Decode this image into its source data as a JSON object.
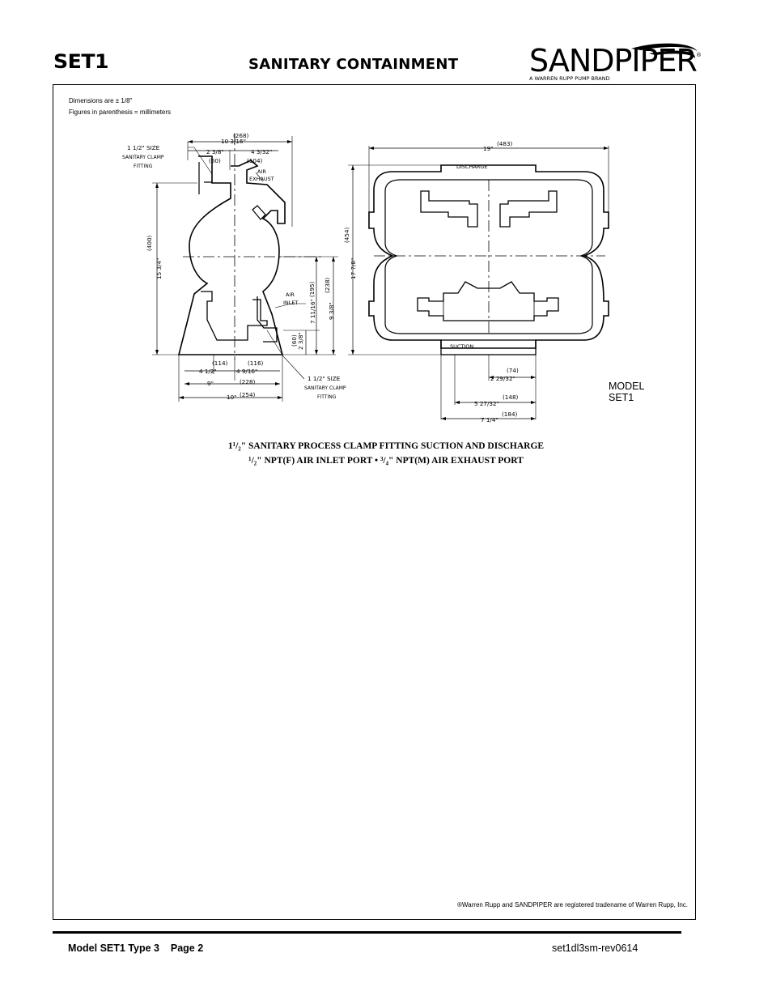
{
  "header": {
    "model": "SET1",
    "title": "SANITARY CONTAINMENT",
    "logo_name": "SANDPIPER",
    "logo_tagline": "A WARREN RUPP PUMP BRAND"
  },
  "notes": {
    "tolerance": "Dimensions are ± 1/8\"",
    "figures": "Figures in parenthesis = millimeters"
  },
  "drawing": {
    "side": {
      "d1": "10 3/16\"",
      "d1mm": "(268)",
      "d2": "2 3/8\"",
      "d2mm": "(60)",
      "d3": "4 3/32\"",
      "d3mm": "(104)",
      "air_exhaust_1": "AIR",
      "air_exhaust_2": "EXHAUST",
      "fit_top_1": "1 1/2\" SIZE",
      "fit_top_2": "SANITARY CLAMP",
      "fit_top_3": "FITTING",
      "h_total": "15 3/4\"",
      "h_total_mm": "(400)",
      "air_inlet_1": "AIR",
      "air_inlet_2": "INLET",
      "h2": "7 11/16\"",
      "h2mm": "(195)",
      "h3": "9 3/8\"",
      "h3mm": "(238)",
      "h4": "2 3/8\"",
      "h4mm": "(60)",
      "b1": "4 1/2\"",
      "b1mm": "(114)",
      "b2": "4 9/16\"",
      "b2mm": "(116)",
      "b3": "9\"",
      "b3mm": "(228)",
      "b4": "10\"",
      "b4mm": "(254)",
      "fit_bot_1": "1 1/2\" SIZE",
      "fit_bot_2": "SANITARY CLAMP",
      "fit_bot_3": "FITTING"
    },
    "front": {
      "w_total": "19\"",
      "w_total_mm": "(483)",
      "discharge": "DISCHARGE",
      "suction": "SUCTION",
      "h_total": "17 7/8\"",
      "h_total_mm": "(454)",
      "f1": "2 29/32\"",
      "f1mm": "(74)",
      "f2": "5 27/32\"",
      "f2mm": "(148)",
      "f3": "7 1/4\"",
      "f3mm": "(184)"
    }
  },
  "model_label": [
    "MODEL",
    "SET1"
  ],
  "specs": {
    "line1": "1¹/₂\" SANITARY PROCESS CLAMP FITTING SUCTION AND DISCHARGE",
    "line2": "¹/₂\" NPT(F) AIR INLET PORT  •  ³/₄\" NPT(M) AIR EXHAUST PORT"
  },
  "copyright": "®Warren Rupp and SANDPIPER are registered tradename of Warren Rupp, Inc.",
  "footer": {
    "left": "Model SET1 Type 3    Page 2",
    "right": "set1dl3sm-rev0614"
  }
}
